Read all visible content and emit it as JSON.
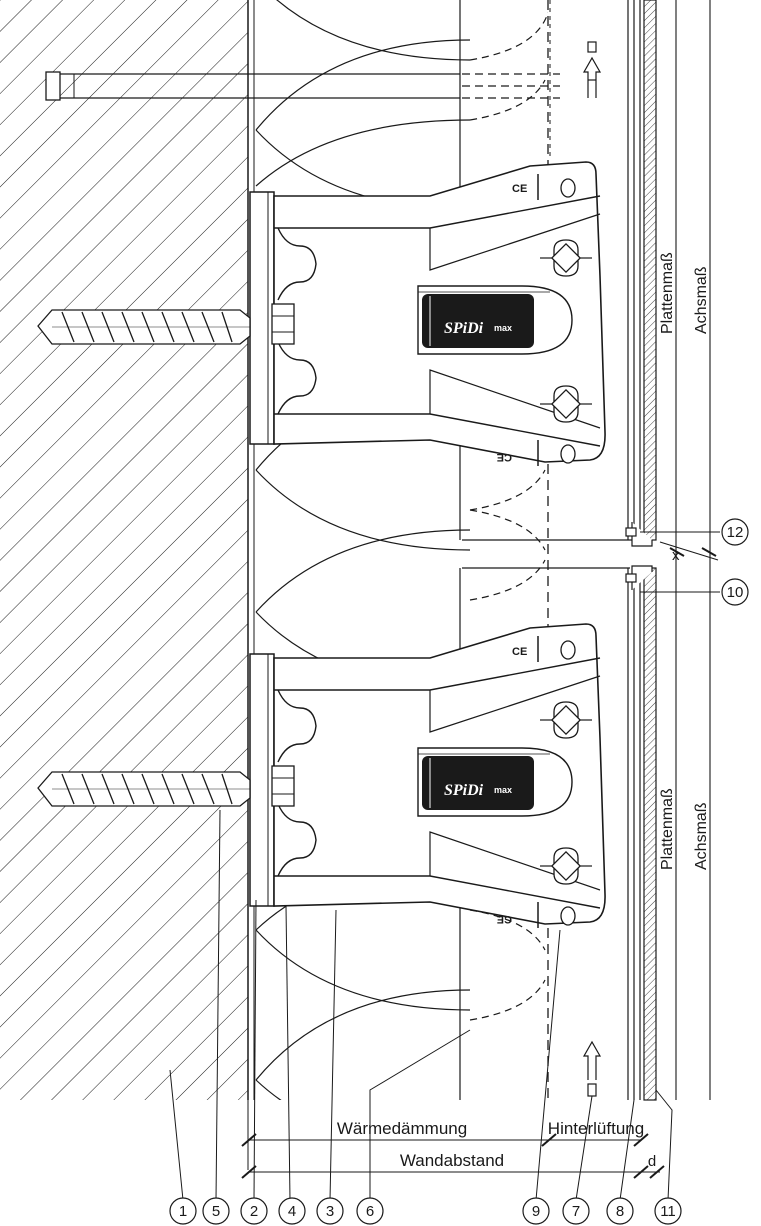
{
  "labels": {
    "insulation": "Wärmedämmung",
    "ventilation": "Hinterlüftung",
    "wall_distance": "Wandabstand",
    "d": "d",
    "x": "x",
    "panel_dim_top": "Plattenmaß",
    "axis_dim_top": "Achsmaß",
    "panel_dim_bottom": "Plattenmaß",
    "axis_dim_bottom": "Achsmaß"
  },
  "brand": {
    "name": "SPiDi",
    "suffix": "max",
    "ce_mark": "CE"
  },
  "callouts": {
    "bottom": [
      "1",
      "5",
      "2",
      "4",
      "3",
      "6",
      "9",
      "7",
      "8",
      "11"
    ],
    "right": [
      "12",
      "10"
    ]
  },
  "colors": {
    "line": "#1a1a1a",
    "brand_plate": "#1a1a1a"
  }
}
